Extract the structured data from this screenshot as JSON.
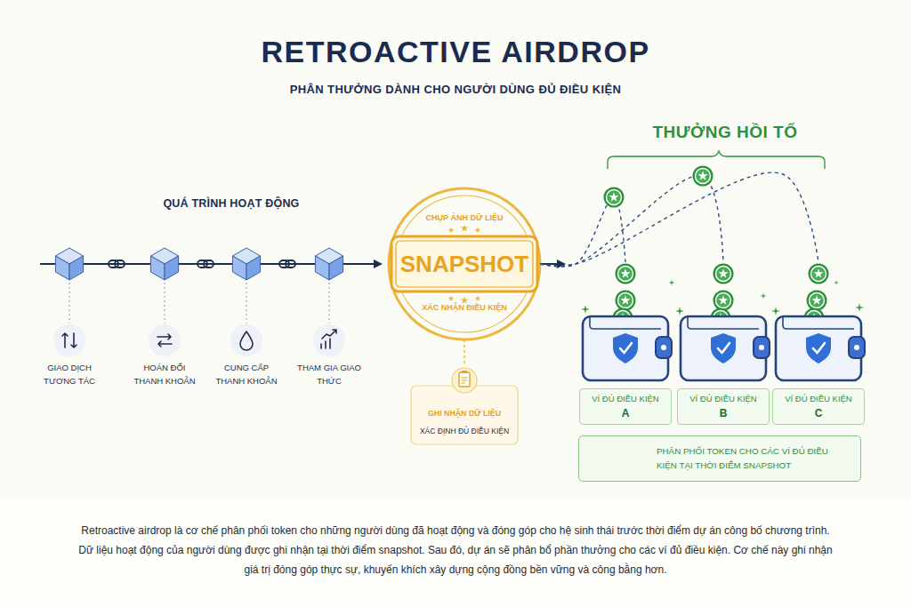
{
  "diagram": {
    "title": "RETROACTIVE AIRDROP",
    "caption": "Retroactive airdrop là cơ chế phân phối token cho những người dùng đã hoạt động và đóng góp cho hệ sinh thái trước thời điểm dự án công bố chương trình. Dữ liệu hoạt động của người dùng được ghi nhận tại thời điểm snapshot. Sau đó, dự án sẽ phân bổ phần thưởng cho các ví đủ điều kiện. Cơ chế này ghi nhận giá trị đóng góp thực sự, khuyến khích xây dựng cộng đồng bền vững và công bằng hơn.",
    "nodes": [
      {
        "text": [
          "GIAO DỊCH TƯƠNG TÁC"
        ]
      },
      {
        "text": [
          "HOÁN ĐỔI THANH KHOẢN"
        ]
      },
      {
        "text": [
          "CUNG CẤP THANH KHOẢN"
        ]
      },
      {
        "text": [
          "THAM GIA GIAO THỨC"
        ]
      },
      {
        "text": [
          "CHỤP ẢNH DỮ LIỆU",
          "SNAPSHOT",
          "XÁC NHẬN ĐIỀU KIỆN"
        ]
      },
      {
        "text": [
          "GHI NHẬN DỮ LIỆU",
          "XÁC ĐỊNH ĐỦ ĐIỀU KIỆN"
        ]
      },
      {
        "text": [
          "VÍ ĐỦ ĐIỀU KIỆN",
          "A"
        ]
      },
      {
        "text": [
          "VÍ ĐỦ ĐIỀU KIỆN",
          "B"
        ]
      },
      {
        "text": [
          "VÍ ĐỦ ĐIỀU KIỆN",
          "C"
        ]
      },
      {
        "text": [
          "PHÂN PHỐI TOKEN CHO CÁC VÍ ĐỦ ĐIỀU KIỆN TẠI THỜI ĐIỂM SNAPSHOT"
        ]
      }
    ],
    "edges": [
      {
        "from": 4,
        "to": 5,
        "arrow": "none"
      },
      {
        "from": 4,
        "to": 6,
        "arrow": "none"
      },
      {
        "from": 4,
        "to": 7,
        "arrow": "none"
      },
      {
        "from": 4,
        "to": 8,
        "arrow": "none"
      }
    ],
    "labels": [
      "PHÂN THƯỞNG DÀNH CHO NGƯỜI DÙNG ĐỦ ĐIỀU KIỆN",
      "QUÁ TRÌNH HOẠT ĐỘNG",
      "THƯỞNG HỒI TỐ"
    ]
  }
}
